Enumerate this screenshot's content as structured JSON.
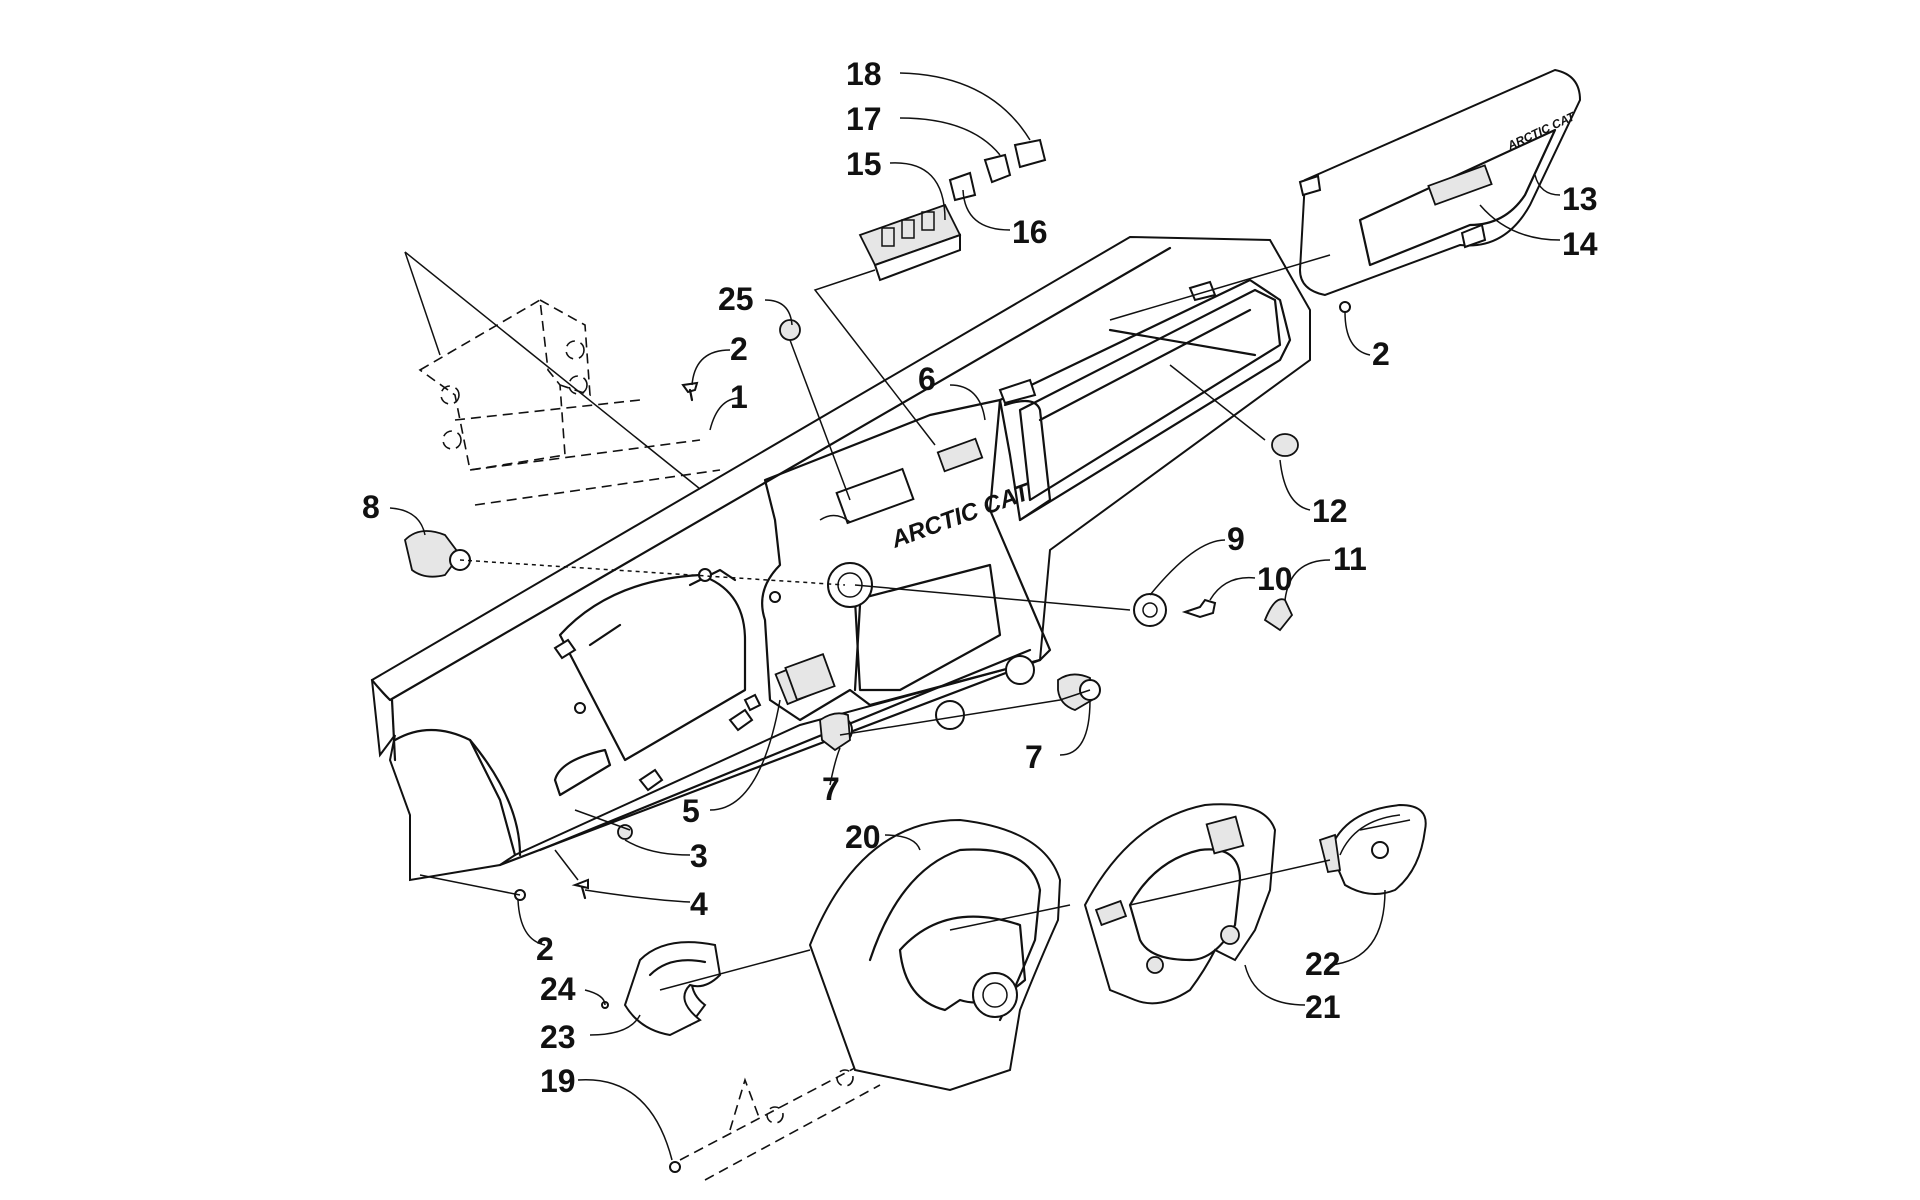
{
  "labels": {
    "n1": "1",
    "n2a": "2",
    "n2b": "2",
    "n2c": "2",
    "n3": "3",
    "n4": "4",
    "n5": "5",
    "n6": "6",
    "n7a": "7",
    "n7b": "7",
    "n8": "8",
    "n9": "9",
    "n10": "10",
    "n11": "11",
    "n12": "12",
    "n13": "13",
    "n14": "14",
    "n15": "15",
    "n16": "16",
    "n17": "17",
    "n18": "18",
    "n19": "19",
    "n20": "20",
    "n21": "21",
    "n22": "22",
    "n23": "23",
    "n24": "24",
    "n25": "25"
  },
  "decals": {
    "dash_logo": "ARCTIC CAT",
    "panel_logo": "ARCTIC CAT"
  }
}
